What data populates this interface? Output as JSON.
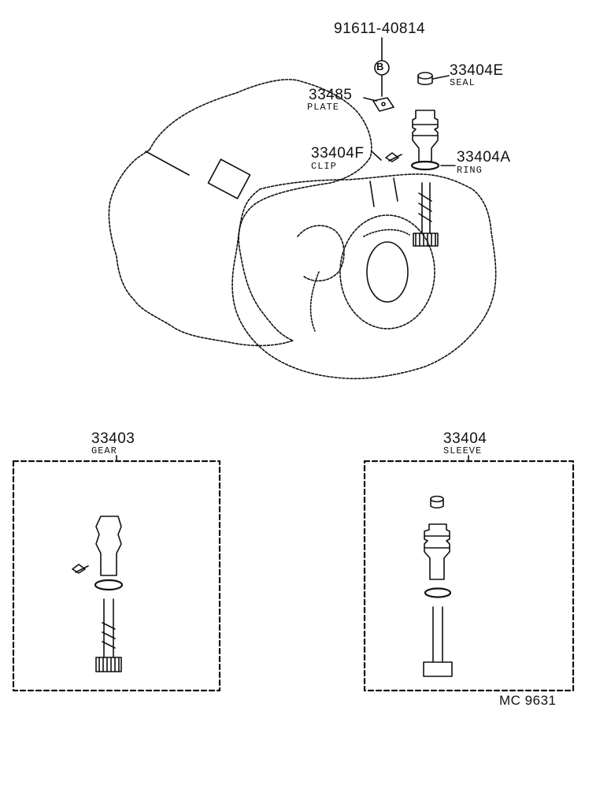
{
  "parts": {
    "bolt": {
      "number": "91611-40814",
      "badge": "B"
    },
    "seal": {
      "number": "33404E",
      "name": "SEAL"
    },
    "plate": {
      "number": "33485",
      "name": "PLATE"
    },
    "clip": {
      "number": "33404F",
      "name": "CLIP"
    },
    "ring": {
      "number": "33404A",
      "name": "RING"
    }
  },
  "kits": {
    "gear": {
      "number": "33403",
      "name": "GEAR"
    },
    "sleeve": {
      "number": "33404",
      "name": "SLEEVE"
    }
  },
  "figure_code": "MC 9631"
}
